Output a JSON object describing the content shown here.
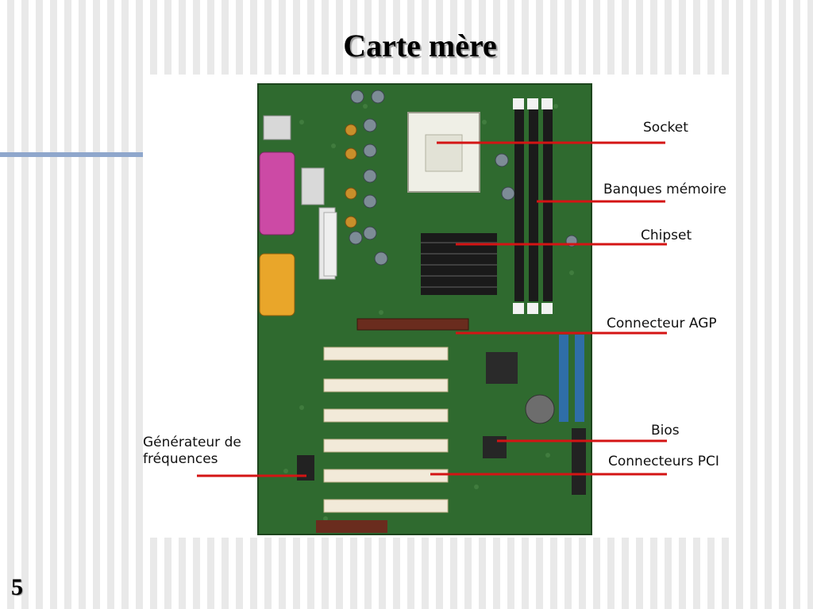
{
  "slide": {
    "title": "Carte mère",
    "number": "5",
    "accent_color": "#8fa7cc"
  },
  "figure": {
    "labels": {
      "socket": "Socket",
      "memory_banks": "Banques mémoire",
      "chipset": "Chipset",
      "agp": "Connecteur AGP",
      "bios": "Bios",
      "pci": "Connecteurs PCI",
      "clock_generator": "Générateur de fréquences"
    },
    "pointer_color": "#d41414",
    "board_color": "#2f6a2f"
  }
}
